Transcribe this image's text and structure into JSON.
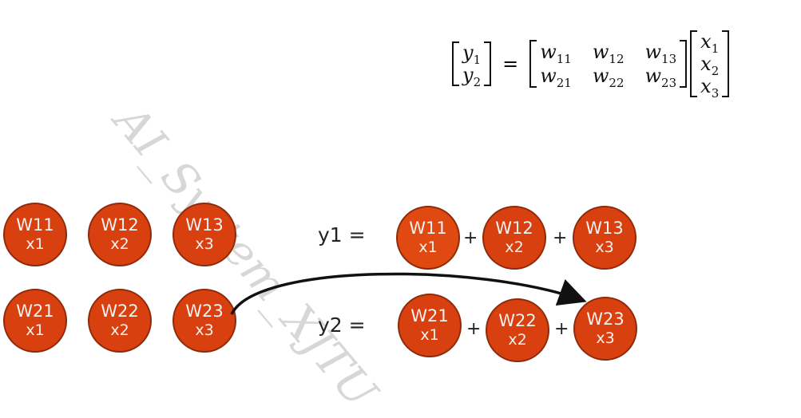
{
  "equation": {
    "lhs": [
      {
        "v": "y",
        "s": "1"
      },
      {
        "v": "y",
        "s": "2"
      }
    ],
    "equals": "=",
    "W": [
      [
        {
          "v": "w",
          "s": "11"
        },
        {
          "v": "w",
          "s": "12"
        },
        {
          "v": "w",
          "s": "13"
        }
      ],
      [
        {
          "v": "w",
          "s": "21"
        },
        {
          "v": "w",
          "s": "22"
        },
        {
          "v": "w",
          "s": "23"
        }
      ]
    ],
    "x": [
      {
        "v": "x",
        "s": "1"
      },
      {
        "v": "x",
        "s": "2"
      },
      {
        "v": "x",
        "s": "3"
      }
    ]
  },
  "grid_nodes": [
    {
      "w": "W11",
      "x": "x1"
    },
    {
      "w": "W12",
      "x": "x2"
    },
    {
      "w": "W13",
      "x": "x3"
    },
    {
      "w": "W21",
      "x": "x1"
    },
    {
      "w": "W22",
      "x": "x2"
    },
    {
      "w": "W23",
      "x": "x3"
    }
  ],
  "rows": [
    {
      "label": "y1 =",
      "terms": [
        {
          "w": "W11",
          "x": "x1"
        },
        {
          "w": "W12",
          "x": "x2"
        },
        {
          "w": "W13",
          "x": "x3"
        }
      ],
      "plus": [
        "+",
        "+"
      ]
    },
    {
      "label": "y2 =",
      "terms": [
        {
          "w": "W21",
          "x": "x1"
        },
        {
          "w": "W22",
          "x": "x2"
        },
        {
          "w": "W23",
          "x": "x3"
        }
      ],
      "plus": [
        "+",
        "+"
      ]
    }
  ],
  "colors": {
    "node_fill": "#d84010",
    "node_border": "#8e2a0a",
    "node_text": "#f2f2f2",
    "arrow": "#111111"
  },
  "watermark": "AI_System_XJTU"
}
